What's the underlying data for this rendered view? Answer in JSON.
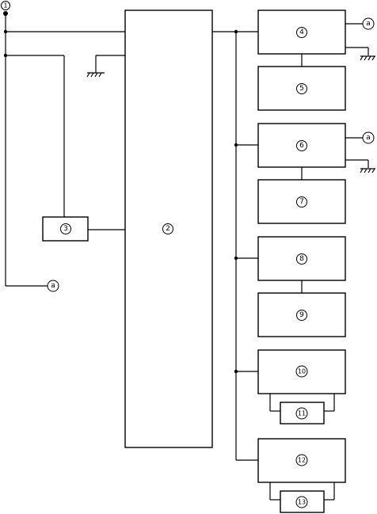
{
  "labels": {
    "n1": "1",
    "n2": "2",
    "n3": "3",
    "n4": "4",
    "n5": "5",
    "n6": "6",
    "n7": "7",
    "n8": "8",
    "n9": "9",
    "n10": "10",
    "n11": "11",
    "n12": "12",
    "n13": "13"
  },
  "connector": {
    "label": "a"
  }
}
